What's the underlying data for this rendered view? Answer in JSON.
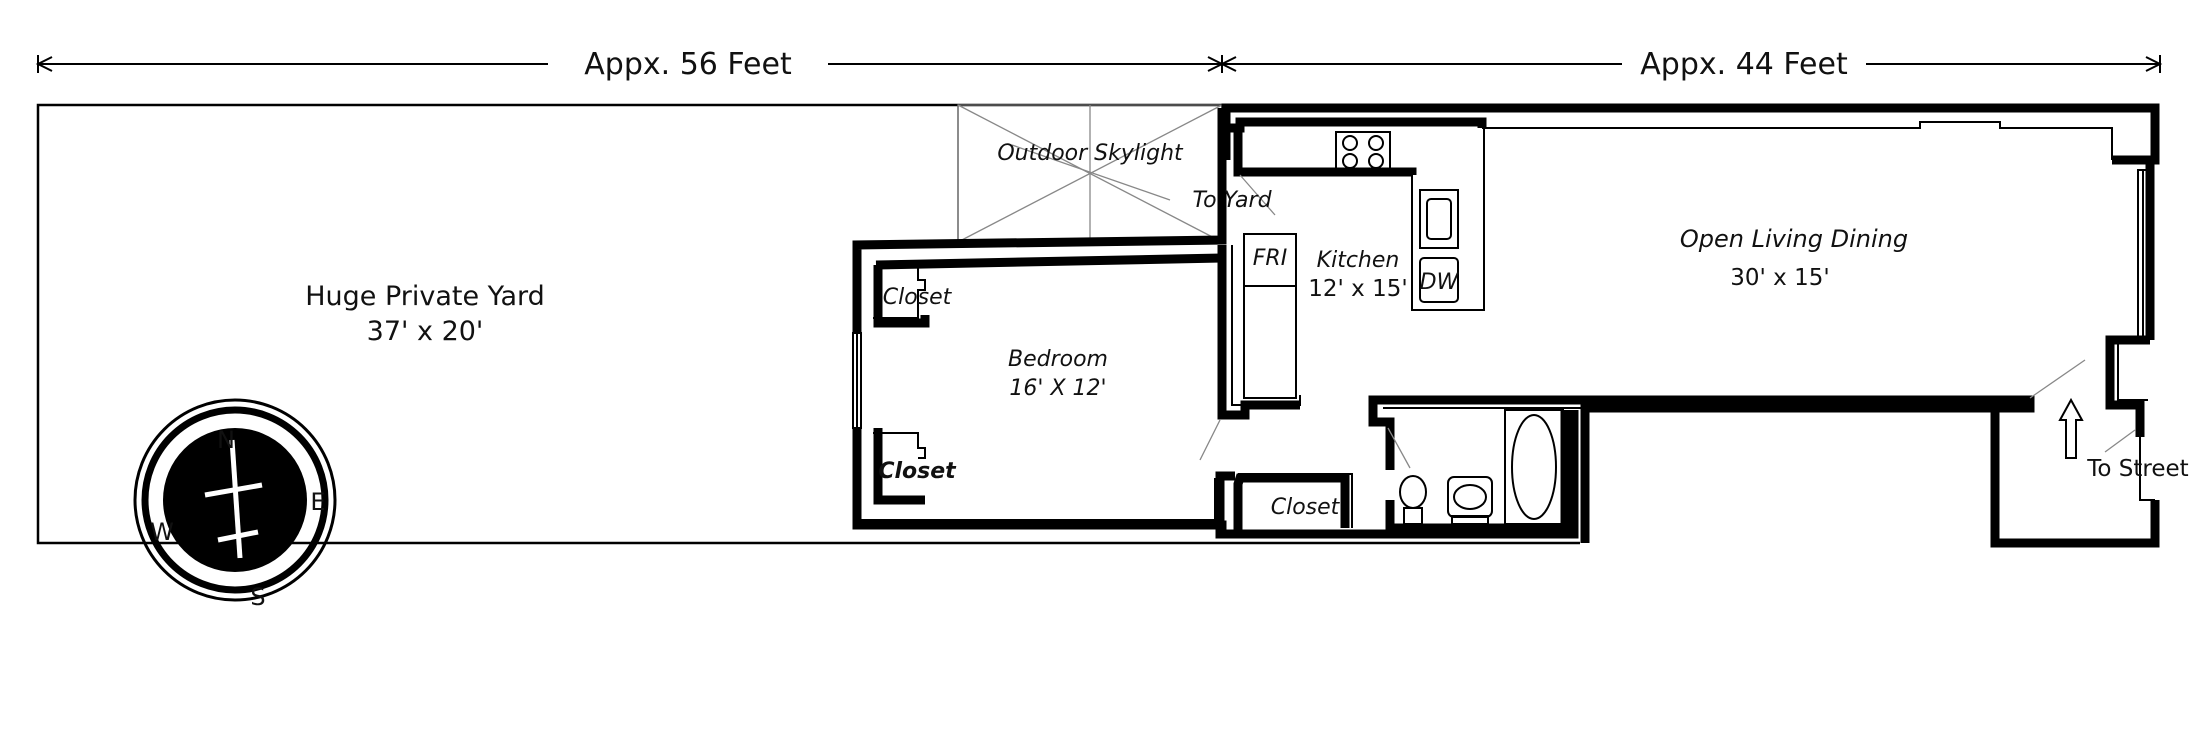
{
  "dimensions": {
    "left": "Appx. 56 Feet",
    "right": "Appx. 44 Feet"
  },
  "rooms": {
    "yard_name": "Huge Private Yard",
    "yard_size": "37' x 20'",
    "skylight": "Outdoor Skylight",
    "to_yard": "To Yard",
    "fridge": "FRI",
    "kitchen_name": "Kitchen",
    "kitchen_size": "12' x 15'",
    "dishwasher": "DW",
    "living_name": "Open Living Dining",
    "living_size": "30' x 15'",
    "closet_top": "Closet",
    "closet_bottom": "Closet",
    "closet_hall": "Closet",
    "bedroom_name": "Bedroom",
    "bedroom_size": "16' X 12'",
    "to_street": "To Street"
  },
  "compass": {
    "n": "N",
    "e": "E",
    "s": "S",
    "w": "W"
  }
}
